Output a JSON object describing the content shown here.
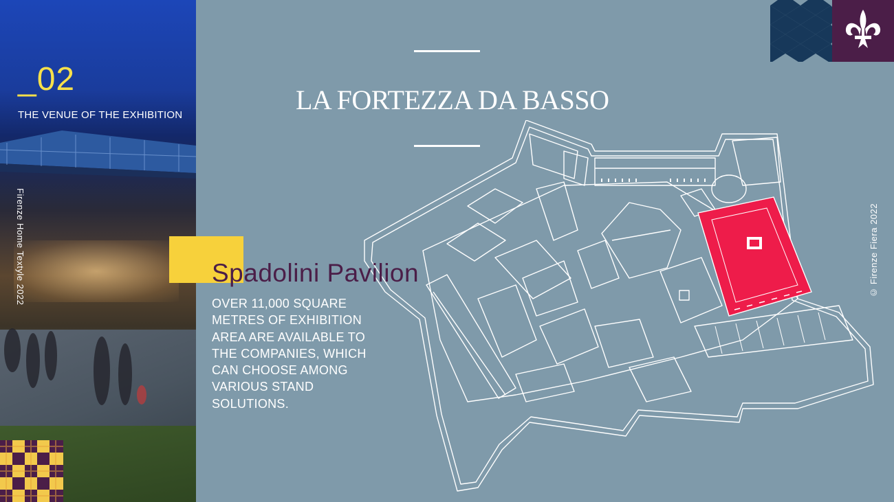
{
  "section": {
    "number": "_02",
    "subtitle": "THE VENUE OF THE EXHIBITION"
  },
  "side_captions": {
    "left": "Firenze Home Textyle 2022",
    "right": "© Firenze Fiera 2022"
  },
  "main": {
    "title": "LA FORTEZZA DA BASSO",
    "pavilion_name": "Spadolini Pavilion",
    "description": "OVER 11,000 SQUARE METRES OF EXHIBITION AREA ARE AVAILABLE TO THE COMPANIES, WHICH CAN CHOOSE AMONG VARIOUS STAND SOLUTIONS."
  },
  "colors": {
    "background": "#7f9aaa",
    "accent_yellow": "#f7d13b",
    "number_yellow": "#f7e04a",
    "plum": "#4b1e48",
    "navy": "#17385a",
    "highlight_red": "#ee1c4a"
  },
  "icons": {
    "corner_logo": "fleur-de-lis-icon"
  }
}
